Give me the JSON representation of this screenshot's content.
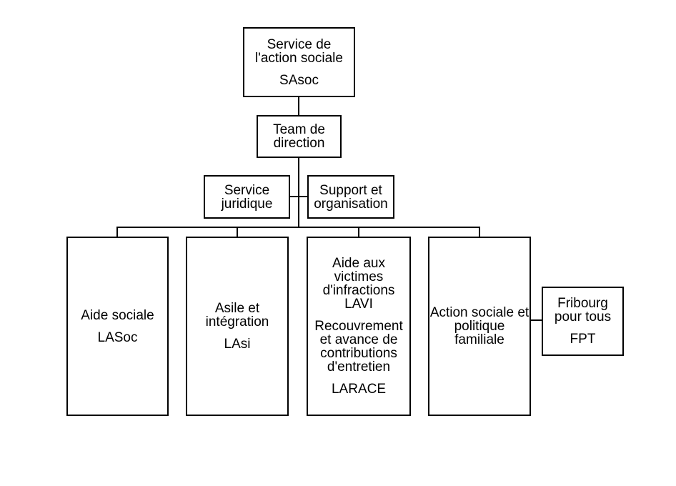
{
  "colors": {
    "background": "#ffffff",
    "border": "#000000",
    "text": "#000000",
    "line": "#000000"
  },
  "nodes": {
    "sasoc": {
      "paragraphs": [
        "Service de\nl'action sociale",
        "SAsoc"
      ]
    },
    "team_direction": {
      "paragraphs": [
        "Team de\ndirection"
      ]
    },
    "service_juridique": {
      "paragraphs": [
        "Service\njuridique"
      ]
    },
    "support_organisation": {
      "paragraphs": [
        "Support et\norganisation"
      ]
    },
    "aide_sociale": {
      "paragraphs": [
        "Aide sociale",
        "LASoc"
      ]
    },
    "asile_integration": {
      "paragraphs": [
        "Asile et\nintégration",
        "LAsi"
      ]
    },
    "lavi_larace": {
      "paragraphs": [
        "Aide aux\nvictimes\nd'infractions\nLAVI",
        "Recouvrement\net avance de\ncontributions\nd'entretien",
        "LARACE"
      ]
    },
    "action_sociale_politique_familiale": {
      "paragraphs": [
        "Action sociale et\npolitique\nfamiliale"
      ]
    },
    "fribourg_pour_tous": {
      "paragraphs": [
        "Fribourg\npour tous",
        "FPT"
      ]
    }
  }
}
